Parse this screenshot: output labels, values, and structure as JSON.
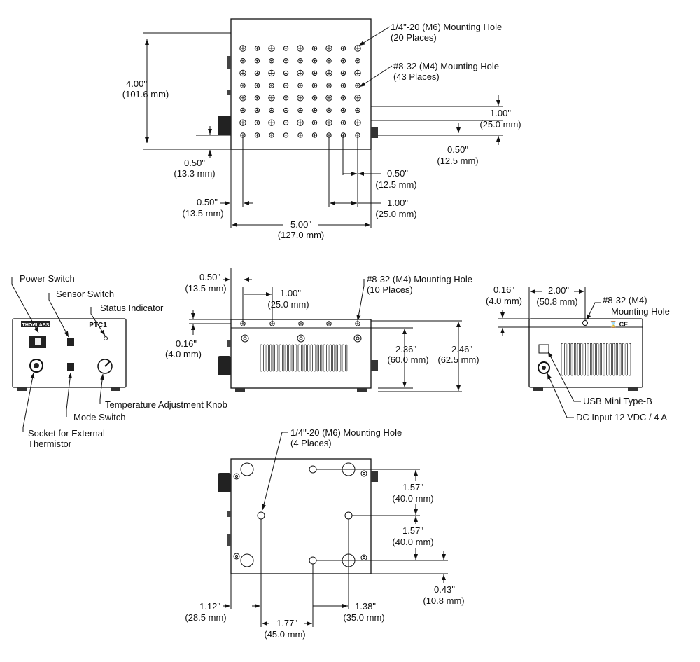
{
  "top_view": {
    "callout_m6": {
      "title": "1/4\"-20 (M6) Mounting Hole",
      "places": "(20 Places)"
    },
    "callout_m4": {
      "title": "#8-32 (M4) Mounting Hole",
      "places": "(43 Places)"
    },
    "height": {
      "in": "4.00\"",
      "mm": "(101.6 mm)"
    },
    "edge_y": {
      "in": "0.50\"",
      "mm": "(13.3 mm)"
    },
    "row_pitch_large": {
      "in": "1.00\"",
      "mm": "(25.0 mm)"
    },
    "row_pitch_small": {
      "in": "0.50\"",
      "mm": "(12.5 mm)"
    },
    "col_pitch_small": {
      "in": "0.50\"",
      "mm": "(12.5 mm)"
    },
    "col_pitch_large": {
      "in": "1.00\"",
      "mm": "(25.0 mm)"
    },
    "edge_x": {
      "in": "0.50\"",
      "mm": "(13.5 mm)"
    },
    "width": {
      "in": "5.00\"",
      "mm": "(127.0 mm)"
    }
  },
  "front_view": {
    "logo": "THORLABS",
    "model": "PTC1",
    "labels": {
      "power": "Power Switch",
      "sensor": "Sensor Switch",
      "status": "Status Indicator",
      "temp_knob": "Temperature Adjustment Knob",
      "mode": "Mode Switch",
      "socket_1": "Socket for External",
      "socket_2": "Thermistor"
    }
  },
  "side_view": {
    "edge_x": {
      "in": "0.50\"",
      "mm": "(13.5 mm)"
    },
    "pitch": {
      "in": "1.00\"",
      "mm": "(25.0 mm)"
    },
    "top_offset": {
      "in": "0.16\"",
      "mm": "(4.0 mm)"
    },
    "body_height": {
      "in": "2.36\"",
      "mm": "(60.0 mm)"
    },
    "total_height": {
      "in": "2.46\"",
      "mm": "(62.5 mm)"
    },
    "callout": {
      "title": "#8-32 (M4) Mounting Hole",
      "places": "(10 Places)"
    }
  },
  "rear_view": {
    "offset_x": {
      "in": "2.00\"",
      "mm": "(50.8 mm)"
    },
    "top_offset": {
      "in": "0.16\"",
      "mm": "(4.0 mm)"
    },
    "callout": {
      "title": "#8-32 (M4)",
      "sub": "Mounting Hole"
    },
    "marks": "⌛ CE",
    "labels": {
      "usb": "USB Mini Type-B",
      "dc": "DC Input 12 VDC / 4 A"
    }
  },
  "bottom_view": {
    "callout": {
      "title": "1/4\"-20 (M6) Mounting Hole",
      "places": "(4 Places)"
    },
    "pitch_y1": {
      "in": "1.57\"",
      "mm": "(40.0 mm)"
    },
    "pitch_y2": {
      "in": "1.57\"",
      "mm": "(40.0 mm)"
    },
    "edge_y": {
      "in": "0.43\"",
      "mm": "(10.8 mm)"
    },
    "offset_x1": {
      "in": "1.12\"",
      "mm": "(28.5 mm)"
    },
    "offset_x2": {
      "in": "1.77\"",
      "mm": "(45.0 mm)"
    },
    "offset_x3": {
      "in": "1.38\"",
      "mm": "(35.0 mm)"
    }
  }
}
